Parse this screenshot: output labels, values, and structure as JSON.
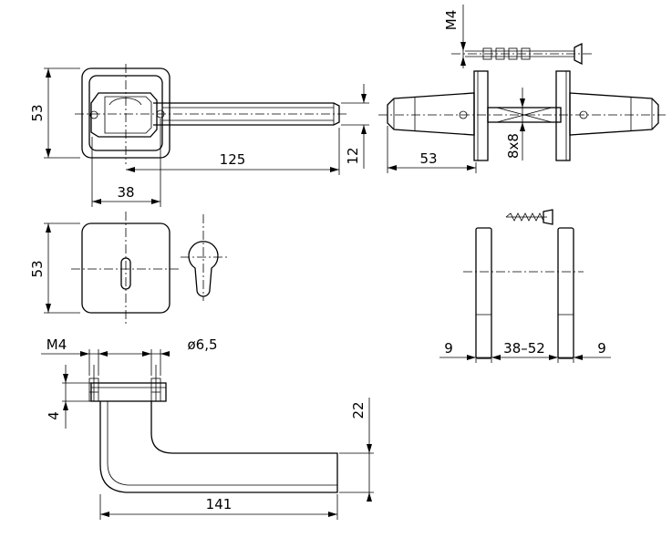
{
  "dimensions": {
    "rosette_height": "53",
    "rosette_width": "38",
    "handle_length_top": "125",
    "handle_thickness": "12",
    "side_projection": "53",
    "spindle_square": "8x8",
    "screw_thread_top": "M4",
    "escutcheon_height": "53",
    "screw_thread_bottom": "M4",
    "cylinder_hole": "ø6,5",
    "rosette_depth": "4",
    "handle_rise": "22",
    "handle_length_bottom": "141",
    "plate_thickness_left": "9",
    "door_thickness": "38–52",
    "plate_thickness_right": "9"
  }
}
